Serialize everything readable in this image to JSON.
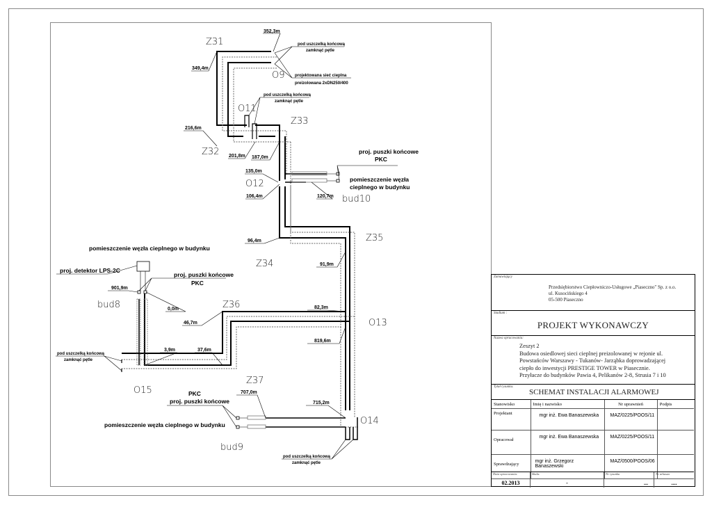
{
  "drawing": {
    "zones": [
      "Z31",
      "Z32",
      "Z33",
      "Z34",
      "Z35",
      "Z36",
      "Z37"
    ],
    "nodes": [
      "O9",
      "O11",
      "O12",
      "O13",
      "O14",
      "O15"
    ],
    "buildings": [
      "bud8",
      "bud9",
      "bud10"
    ],
    "zone_labels": {
      "z31": "Z31",
      "z32": "Z32",
      "z33": "Z33",
      "z34": "Z34",
      "z35": "Z35",
      "z36": "Z36",
      "z37": "Z37"
    },
    "node_labels": {
      "o9": "O9",
      "o11": "O11",
      "o12": "O12",
      "o13": "O13",
      "o14": "O14",
      "o15": "O15"
    },
    "building_labels": {
      "bud8": "bud8",
      "bud9": "bud9",
      "bud10": "bud10"
    },
    "distances": {
      "d352_3": "352,3m",
      "d349_4": "349,4m",
      "d216_6": "216,6m",
      "d201_8": "201,8m",
      "d187_0": "187,0m",
      "d135_0": "135,0m",
      "d120_7": "120,7m",
      "d106_4": "106,4m",
      "d96_4": "96,4m",
      "d91_9": "91,9m",
      "d901_9": "901,9m",
      "d0_0": "0,0m",
      "d82_3": "82,3m",
      "d46_7": "46,7m",
      "d819_6": "819,6m",
      "d3_9": "3,9m",
      "d37_6": "37,6m",
      "d707_0": "707,0m",
      "d715_2": "715,2m"
    },
    "notes": {
      "seal_line1": "pod uszczelką końcową",
      "seal_line2": "zamknąć pętle",
      "network_line1": "projektowana sieć cieplna",
      "network_line2": "preizolowana 2xDN250/400",
      "boxes_line1": "proj. puszki końcowe",
      "boxes_pkc": "PKC",
      "room_line1": "pomieszczenie węzła",
      "room_line2": "cieplnego w budynku",
      "room_full": "pomieszczenie węzła cieplnego w budynku",
      "detector": "proj. detektor LPS-2C"
    }
  },
  "title_block": {
    "client_caption": "Zamawiający",
    "client_lines": [
      "Przedsiębiorstwo Ciepłowniczo-Usługowe „Piaseczno\" Sp. z o.o.",
      "ul. Kusocińskiego 4",
      "05-500 Piaseczno"
    ],
    "stage_caption": "Stadium :",
    "stage": "PROJEKT WYKONAWCZY",
    "name_caption": "Nazwa opracowania:",
    "name_lines": [
      "Zeszyt 2",
      "Budowa osiedlowej sieci cieplnej preizolowanej  w rejonie ul.",
      "Powstańców Warszawy - Tukanów- Jarząbka doprowadzającej",
      "ciepło do inwestycji PRESTIGE TOWER w Piasecznie.",
      "Przyłacze do budynków Pawia 4, Pelikanów 2-8, Strusia 7 i 10"
    ],
    "title_caption": "Tytuł rysunku:",
    "title": "SCHEMAT INSTALACJI ALARMOWEJ",
    "columns": [
      "Stanowisko",
      "Imię i nazwisko",
      "Nr uprawnień",
      "Podpis"
    ],
    "people": [
      {
        "role": "Projektant",
        "name": "mgr inż. Ewa Banaszewska",
        "license": "MAZ/0225/POOS/11",
        "signature": ""
      },
      {
        "role": "Opracował",
        "name": "mgr inż. Ewa Banaszewska",
        "license": "MAZ/0225/POOS/11",
        "signature": ""
      },
      {
        "role": "Sprawdzający",
        "name": "mgr inż. Grzegorz Banaszewski",
        "license": "MAZ/0500/POOS/06",
        "signature": ""
      }
    ],
    "footer": [
      {
        "caption": "Data opracowania:",
        "value": "02.2013"
      },
      {
        "caption": "Skala:",
        "value": "-"
      },
      {
        "caption": "Nr rysunku",
        "value": "..."
      },
      {
        "caption": "Nr arkusza",
        "value": "...."
      }
    ]
  }
}
